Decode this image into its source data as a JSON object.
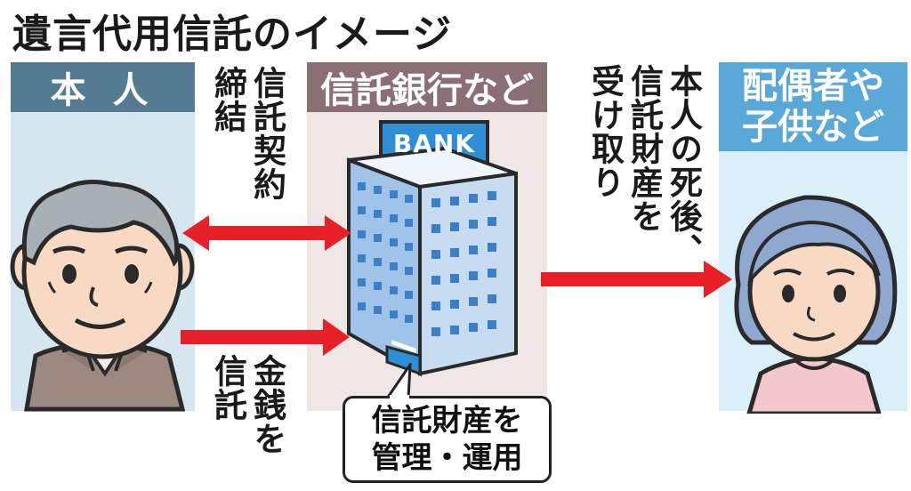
{
  "title": "遺言代用信託のイメージ",
  "columns": {
    "self": {
      "label": "本 人",
      "header_color": "#547b91",
      "bg_color": "#d6e6ee"
    },
    "bank": {
      "label": "信託銀行など",
      "header_color": "#8a7074",
      "bg_color": "#efe6e6"
    },
    "family": {
      "label_line1": "配偶者や",
      "label_line2": "子供など",
      "header_color": "#5aa8d8",
      "bg_color": "#dbeff8"
    }
  },
  "labels": {
    "contract_col1": "信託契約",
    "contract_col2": "締結",
    "money_col1": "金銭を",
    "money_col2": "信託",
    "receive_col1": "本人の死後、",
    "receive_col2": "信託財産を",
    "receive_col3": "受け取り"
  },
  "bank_sign": "BANK",
  "note": {
    "line1": "信託財産を",
    "line2": "管理・運用"
  },
  "colors": {
    "arrow": "#e8202a"
  }
}
